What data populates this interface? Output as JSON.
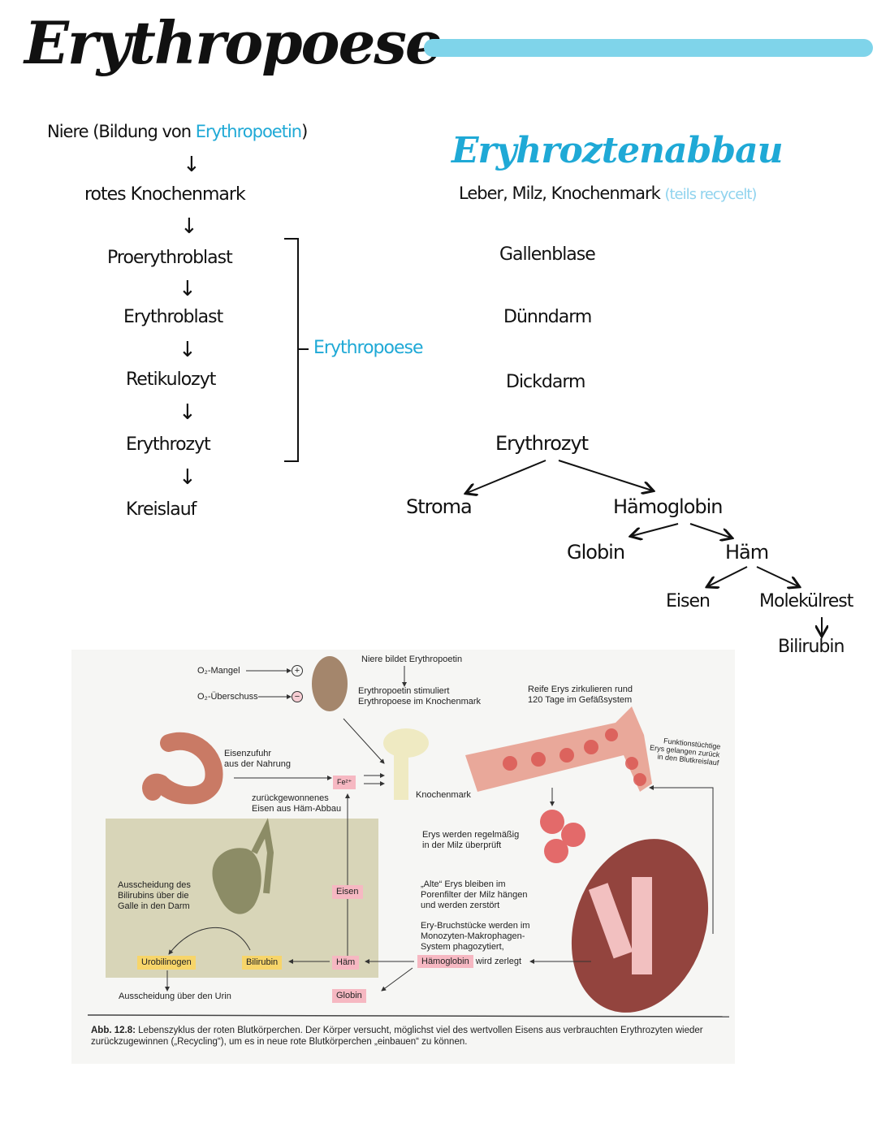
{
  "title": "Erythropoese",
  "accent_color": "#7fd4ea",
  "left_flow": {
    "niere_prefix": "Niere (Bildung von ",
    "niere_highlight": "Erythropoetin",
    "niere_suffix": ")",
    "steps": [
      "rotes Knochenmark",
      "Proerythroblast",
      "Erythroblast",
      "Retikulozyt",
      "Erythrozyt",
      "Kreislauf"
    ],
    "arrow": "↓",
    "bracket_label": "Erythropoese"
  },
  "right_flow": {
    "title": "Eryhroztenabbau",
    "subtitle": "Leber, Milz, Knochenmark",
    "subtitle_note": "(teils recycelt)",
    "organs": [
      "Gallenblase",
      "Dünndarm",
      "Dickdarm"
    ],
    "tree": {
      "root": "Erythrozyt",
      "stroma": "Stroma",
      "haemoglobin": "Hämoglobin",
      "globin": "Globin",
      "haem": "Häm",
      "eisen": "Eisen",
      "molekuelrest": "Molekülrest",
      "bilirubin": "Bilirubin"
    }
  },
  "figure": {
    "o2_mangel": "O₂-Mangel",
    "o2_ueberschuss": "O₂-Überschuss",
    "plus": "+",
    "minus": "−",
    "niere": "Niere bildet Erythropoetin",
    "epo": "Erythropoetin stimuliert\nErythropoese im Knochenmark",
    "reife": "Reife Erys zirkulieren rund\n120 Tage im Gefäßsystem",
    "funktion": "Funktionstüchtige\nErys gelangen zurück\nin den Blutkreislauf",
    "eisenzufuhr": "Eisenzufuhr\naus der Nahrung",
    "fe": "Fe²⁺",
    "knochenmark": "Knochenmark",
    "zurueck": "zurückgewonnenes\nEisen aus Häm-Abbau",
    "milz_check": "Erys werden regelmäßig\nin der Milz überprüft",
    "alte": "„Alte“ Erys bleiben im\nPorenfilter der Milz hängen\nund werden zerstört",
    "bruch": "Ery-Bruchstücke werden im\nMonozyten-Makrophagen-\nSystem phagozytiert,",
    "haemoglobin": "Hämoglobin",
    "zerlegt": " wird zerlegt",
    "ausscheidung_galle": "Ausscheidung des\nBilirubins über die\nGalle in den Darm",
    "eisen": "Eisen",
    "haem": "Häm",
    "globin": "Globin",
    "bilirubin": "Bilirubin",
    "urobilinogen": "Urobilinogen",
    "urin": "Ausscheidung über den Urin",
    "caption_label": "Abb. 12.8:",
    "caption": " Lebenszyklus der roten Blutkörperchen. Der Körper versucht, möglichst viel des wertvollen Eisens aus verbrauchten Erythrozyten wieder zurückzugewinnen („Recycling“), um es in neue rote Blutkörperchen „einbauen“ zu können."
  }
}
